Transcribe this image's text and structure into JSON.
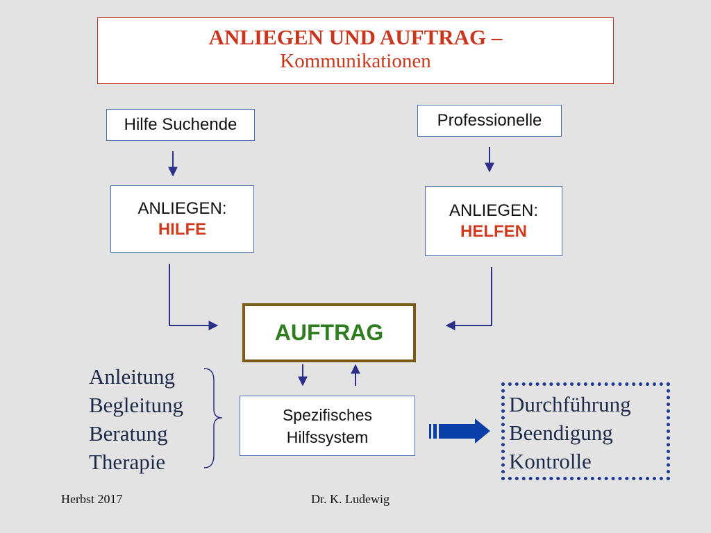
{
  "title": {
    "main": "ANLIEGEN UND AUFTRAG –",
    "sub": "Kommunikationen"
  },
  "boxes": {
    "hilfe_suchende": "Hilfe Suchende",
    "professionelle": "Professionelle",
    "anliegen_left_label": "ANLIEGEN:",
    "anliegen_left_value": "HILFE",
    "anliegen_right_label": "ANLIEGEN:",
    "anliegen_right_value": "HELFEN",
    "auftrag": "AUFTRAG",
    "hilfssystem_line1": "Spezifisches",
    "hilfssystem_line2": "Hilfssystem"
  },
  "left_list": [
    "Anleitung",
    "Begleitung",
    "Beratung",
    "Therapie"
  ],
  "right_list": [
    "Durchführung",
    "Beendigung",
    "Kontrolle"
  ],
  "footer": {
    "left": "Herbst 2017",
    "center": "Dr. K. Ludewig"
  },
  "colors": {
    "title": "#c8361e",
    "accent_red": "#d23a1e",
    "auftrag_text": "#2e7d1e",
    "auftrag_border": "#7a5a14",
    "arrow": "#2b2f8a",
    "big_arrow": "#0a3ea8",
    "dotted_border": "#1f3a93"
  }
}
